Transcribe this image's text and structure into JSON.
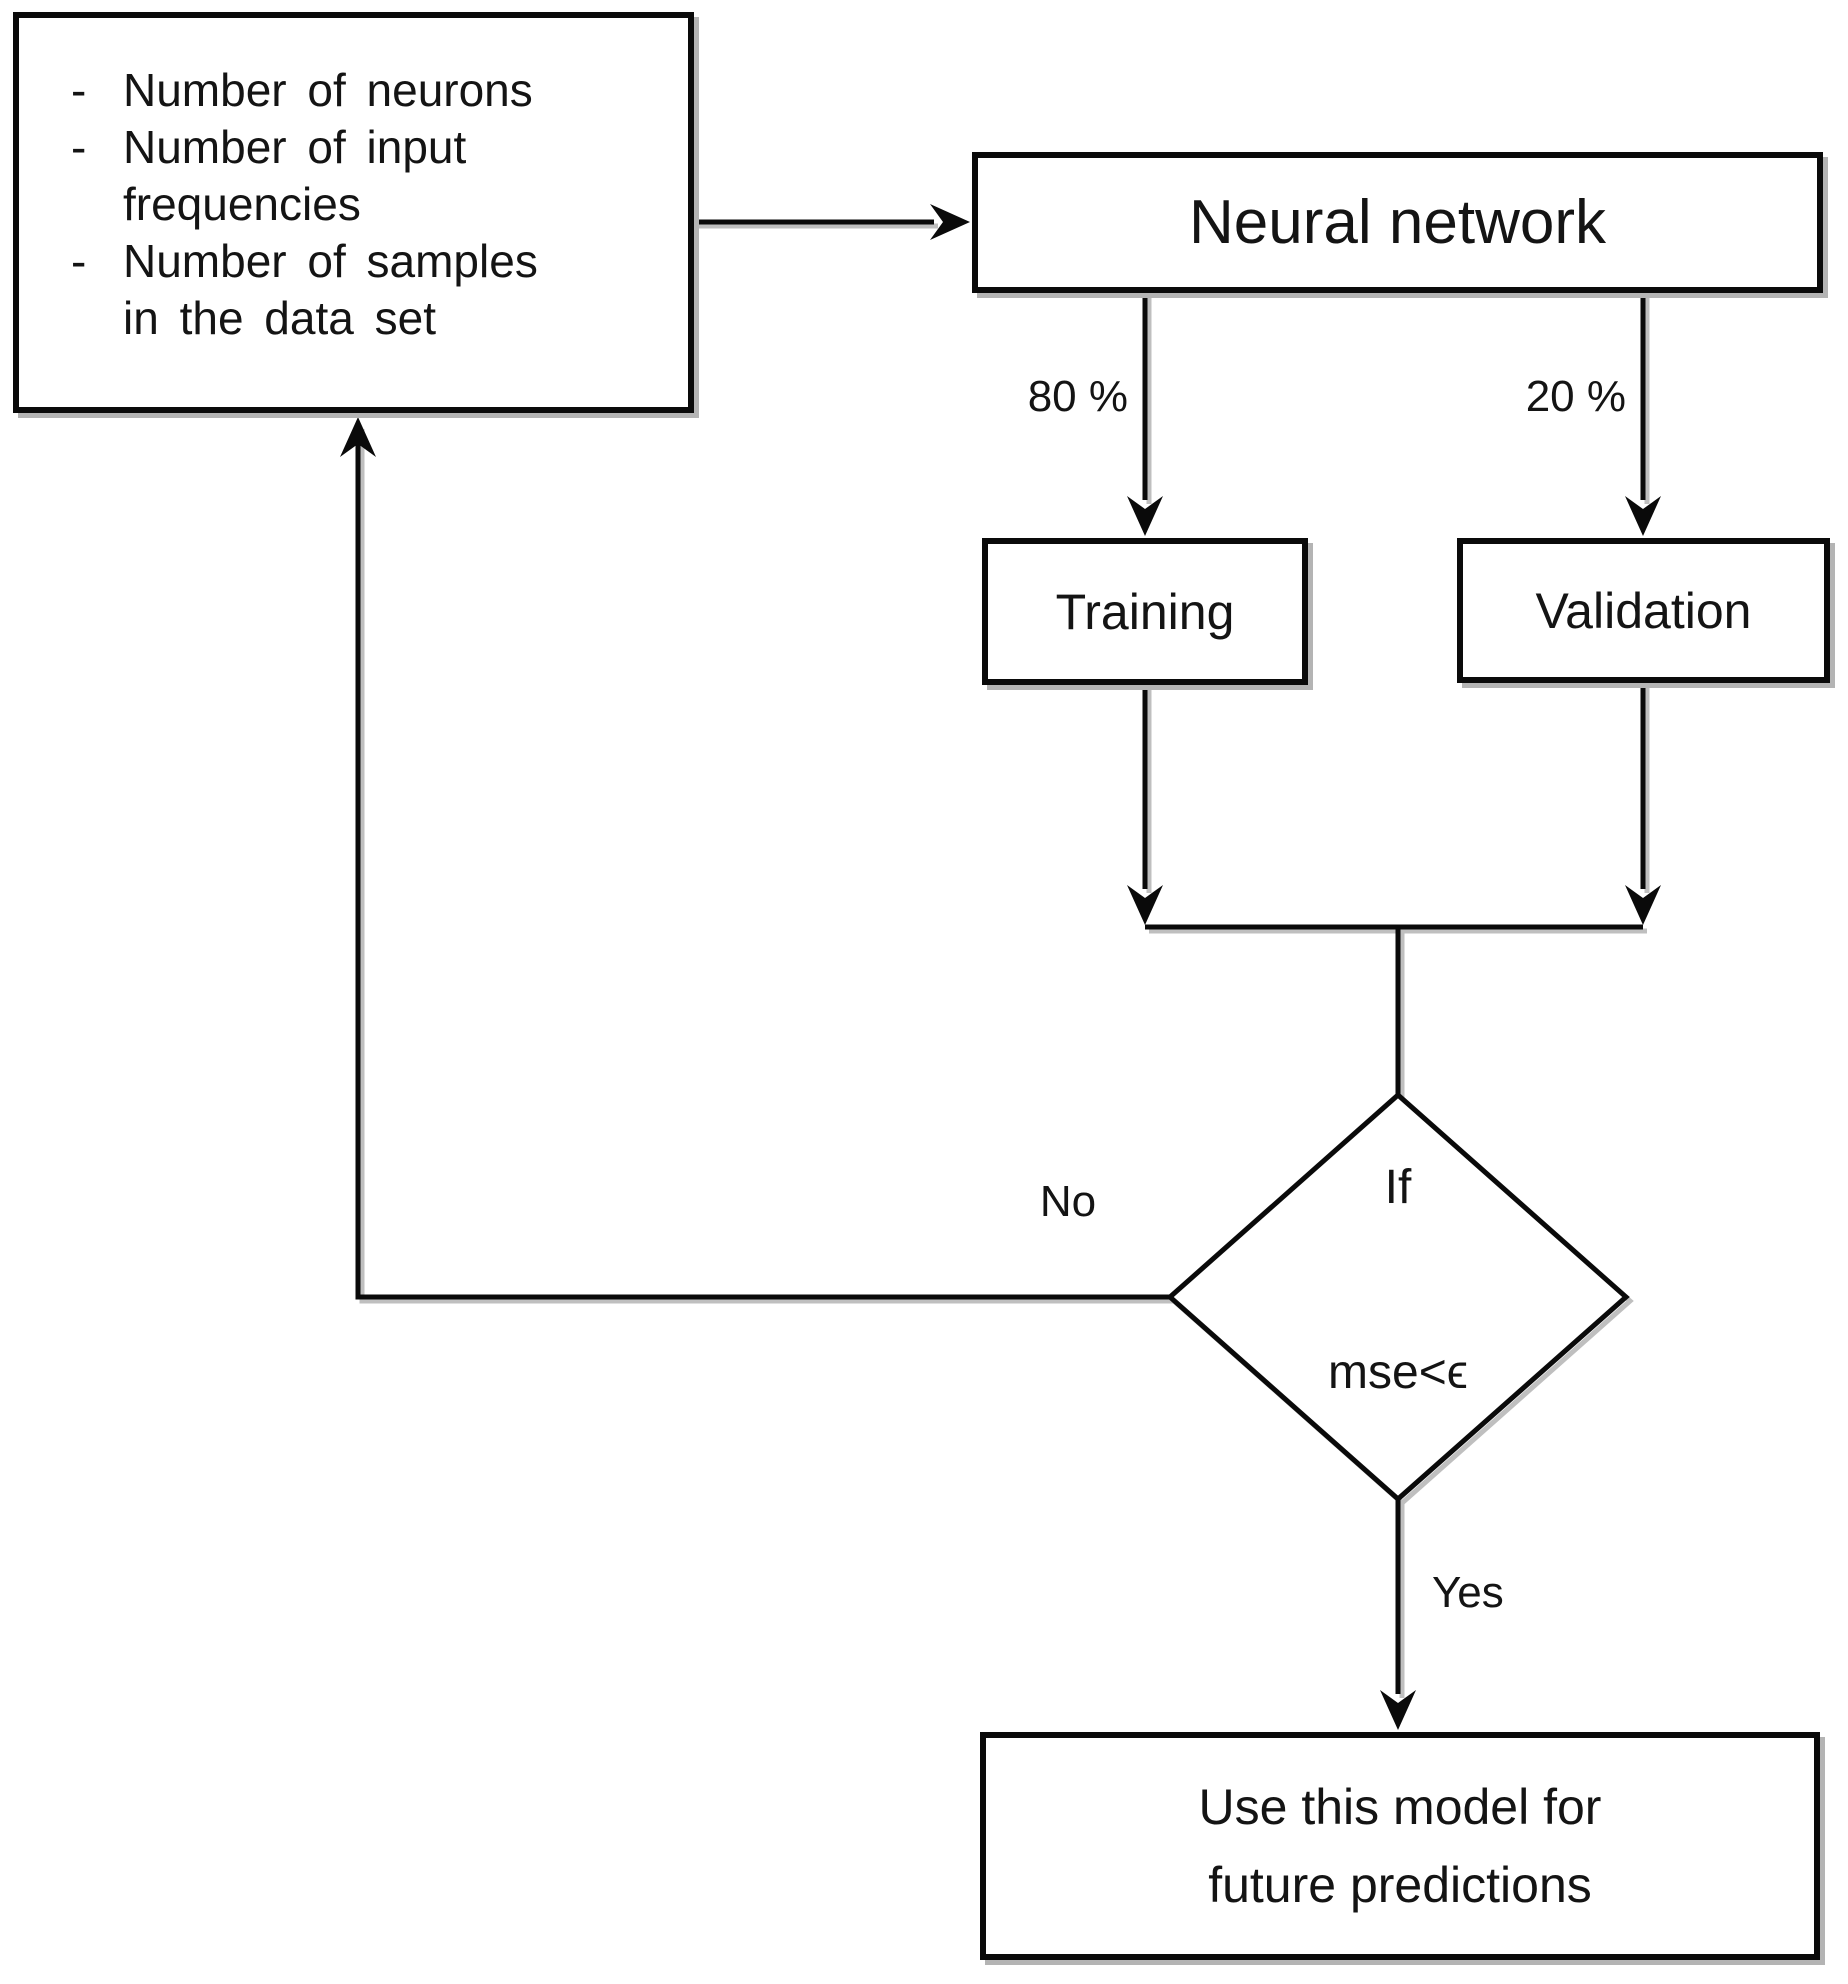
{
  "diagram": {
    "background": "#ffffff",
    "stroke_color": "#0a0a0a",
    "shadow_color": "#b4b4b4",
    "text_color": "#141414",
    "nodes": {
      "parameters": {
        "type": "process",
        "bullet_char": "-",
        "items": [
          "Number of neurons",
          "Number of input frequencies",
          "Number of samples in the data set"
        ]
      },
      "neural_network": {
        "type": "process",
        "label": "Neural network"
      },
      "training": {
        "type": "process",
        "label": "Training"
      },
      "validation": {
        "type": "process",
        "label": "Validation"
      },
      "decision": {
        "type": "decision",
        "lines": [
          "If",
          "mse<ϵ"
        ]
      },
      "final": {
        "type": "process",
        "lines": [
          "Use this model for",
          "future predictions"
        ]
      }
    },
    "edge_labels": {
      "training_split": "80 %",
      "validation_split": "20 %",
      "no": "No",
      "yes": "Yes"
    }
  }
}
